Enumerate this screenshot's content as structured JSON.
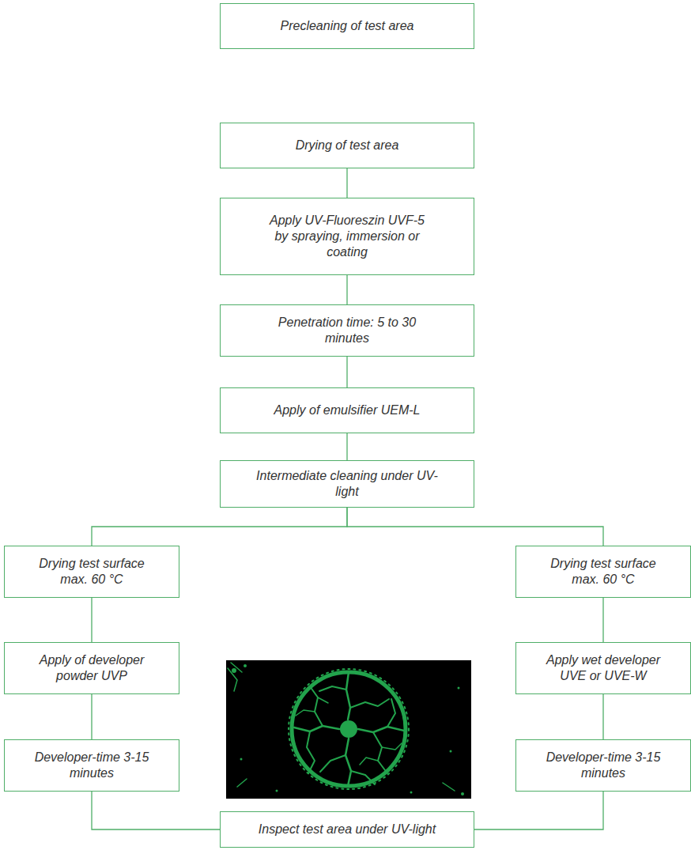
{
  "diagram": {
    "nodes": [
      {
        "text": [
          "Precleaning of test area"
        ]
      },
      {
        "text": [
          "Drying of test area"
        ]
      },
      {
        "text": [
          "Apply UV-Fluoreszin UVF-5 by spraying, immersion or coating"
        ]
      },
      {
        "text": [
          "Penetration time: 5 to 30 minutes"
        ]
      },
      {
        "text": [
          "Apply of emulsifier UEM-L"
        ]
      },
      {
        "text": [
          "Intermediate cleaning under UV-light"
        ]
      },
      {
        "text": [
          "Drying test surface max. 60 °C"
        ]
      },
      {
        "text": [
          "Apply of developer powder UVP"
        ]
      },
      {
        "text": [
          "Developer-time 3-15 minutes"
        ]
      },
      {
        "text": [
          "Drying test surface max. 60 °C"
        ]
      },
      {
        "text": [
          "Apply wet developer UVE or UVE-W"
        ]
      },
      {
        "text": [
          "Developer-time 3-15 minutes"
        ]
      },
      {
        "text": [
          "Inspect test area under UV-light"
        ]
      }
    ],
    "edges": [
      {
        "from": 1,
        "to": 2,
        "arrow": "none"
      },
      {
        "from": 2,
        "to": 3,
        "arrow": "none"
      },
      {
        "from": 3,
        "to": 4,
        "arrow": "none"
      },
      {
        "from": 4,
        "to": 5,
        "arrow": "none"
      },
      {
        "from": 5,
        "to": 6,
        "arrow": "none"
      },
      {
        "from": 5,
        "to": 9,
        "arrow": "none"
      },
      {
        "from": 6,
        "to": 7,
        "arrow": "none"
      },
      {
        "from": 7,
        "to": 8,
        "arrow": "none"
      },
      {
        "from": 9,
        "to": 10,
        "arrow": "none"
      },
      {
        "from": 10,
        "to": 11,
        "arrow": "none"
      },
      {
        "from": 8,
        "to": 12,
        "arrow": "none"
      },
      {
        "from": 11,
        "to": 12,
        "arrow": "none"
      }
    ]
  }
}
